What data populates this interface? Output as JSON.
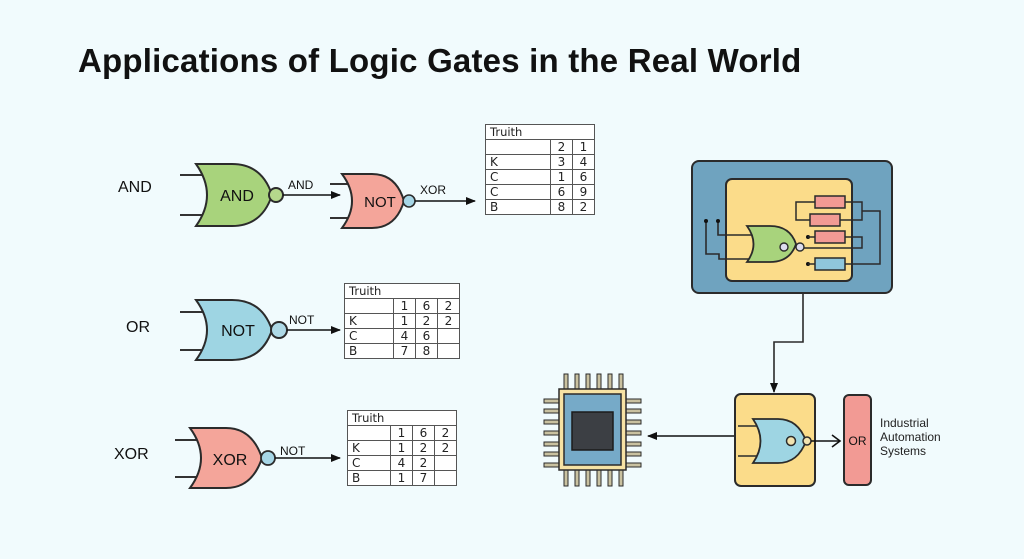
{
  "title": "Applications of Logic Gates in the Real World",
  "rows": [
    {
      "row_label": "AND",
      "gates": [
        {
          "label": "AND",
          "color": "#a8d37c"
        },
        {
          "label": "NOT",
          "color": "#f4a59a"
        }
      ],
      "wire_labels": [
        "AND",
        "XOR"
      ],
      "table": {
        "title": "Truith",
        "header": [
          "",
          "2",
          "1"
        ],
        "body": [
          [
            "K",
            "3",
            "4"
          ],
          [
            "C",
            "1",
            "6"
          ],
          [
            "C",
            "6",
            "9"
          ],
          [
            "B",
            "8",
            "2"
          ]
        ]
      }
    },
    {
      "row_label": "OR",
      "gates": [
        {
          "label": "NOT",
          "color": "#9ed5e3"
        }
      ],
      "wire_labels": [
        "NOT"
      ],
      "table": {
        "title": "Truith",
        "header": [
          "",
          "1",
          "6",
          "2"
        ],
        "body": [
          [
            "K",
            "1",
            "2",
            "2"
          ],
          [
            "C",
            "4",
            "6",
            ""
          ],
          [
            "B",
            "7",
            "8",
            ""
          ]
        ]
      }
    },
    {
      "row_label": "XOR",
      "gates": [
        {
          "label": "XOR",
          "color": "#f4a59a"
        }
      ],
      "wire_labels": [
        "NOT"
      ],
      "table": {
        "title": "Truith",
        "header": [
          "",
          "1",
          "6",
          "2"
        ],
        "body": [
          [
            "K",
            "1",
            "2",
            "2"
          ],
          [
            "C",
            "4",
            "2",
            ""
          ],
          [
            "B",
            "1",
            "7",
            ""
          ]
        ]
      }
    }
  ],
  "application": {
    "output_block_label": "OR",
    "output_description": [
      "Industrial",
      "Automation",
      "Systems"
    ],
    "colors": {
      "panel_blue": "#6fa3bf",
      "panel_yellow": "#fbdc8a",
      "resistor_red": "#f29a94",
      "resistor_blue": "#8fc6db",
      "chip_blue": "#76aac8",
      "chip_core": "#3c3f44"
    }
  }
}
